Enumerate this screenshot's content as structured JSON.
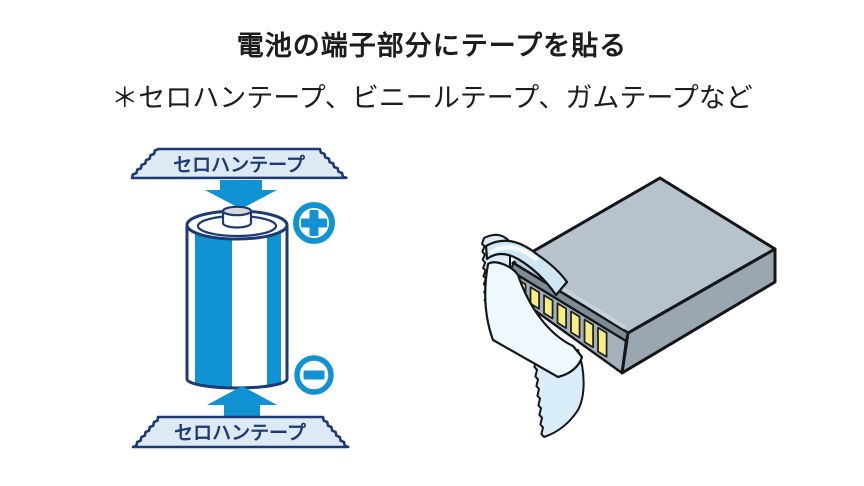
{
  "header": {
    "title": "電池の端子部分にテープを貼る",
    "subtitle": "＊セロハンテープ、ビニールテープ、ガムテープなど"
  },
  "cylindrical_battery_figure": {
    "top_tape_label": "セロハンテープ",
    "bottom_tape_label": "セロハンテープ",
    "positive_terminal_symbol": "＋",
    "negative_terminal_symbol": "−",
    "icons": [
      "arrow-down-icon",
      "arrow-up-icon",
      "plus-circle-icon",
      "minus-circle-icon"
    ]
  },
  "pack_battery_figure": {
    "visible_contact_count": 7,
    "icons": [
      "tape-curl-icon",
      "torn-tape-edge-icon"
    ]
  },
  "colors": {
    "accent_blue": "#1193d3",
    "outline_navy": "#1c3a73",
    "tape_fill": "#dde9f3",
    "tape_text": "#1c3a73",
    "nub_gray": "#d8d8d8",
    "pack_top": "#b6c3cc",
    "pack_side": "#9aa6b0",
    "pack_front": "#a5b1bb",
    "pack_bevel": "#7e8a94",
    "contact_yellow": "#f6ee82",
    "tape_main": "#eff8fd",
    "tape_curl": "#cfe7f5",
    "tape_torn": "#dcedf8",
    "tape_tail": "#d9edf8",
    "text": "#1d1d1f",
    "background": "#ffffff"
  }
}
